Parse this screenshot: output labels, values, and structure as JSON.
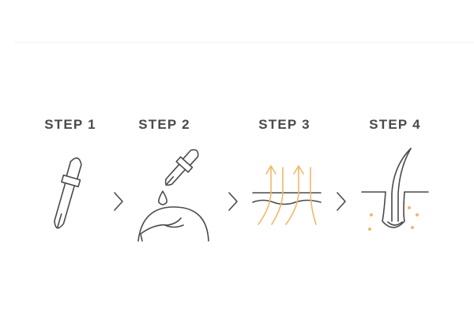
{
  "steps": [
    {
      "label": "STEP 1",
      "icon": "dropper-icon"
    },
    {
      "label": "STEP 2",
      "icon": "dropper-on-scalp-icon"
    },
    {
      "label": "STEP 3",
      "icon": "absorption-arrows-icon"
    },
    {
      "label": "STEP 4",
      "icon": "hair-follicle-icon"
    }
  ],
  "separators": [
    "chevron-right-icon",
    "chevron-right-icon",
    "chevron-right-icon"
  ],
  "colors": {
    "line": "#4a4a4a",
    "accent": "#f2b76a",
    "rule": "#f0f0f0"
  }
}
